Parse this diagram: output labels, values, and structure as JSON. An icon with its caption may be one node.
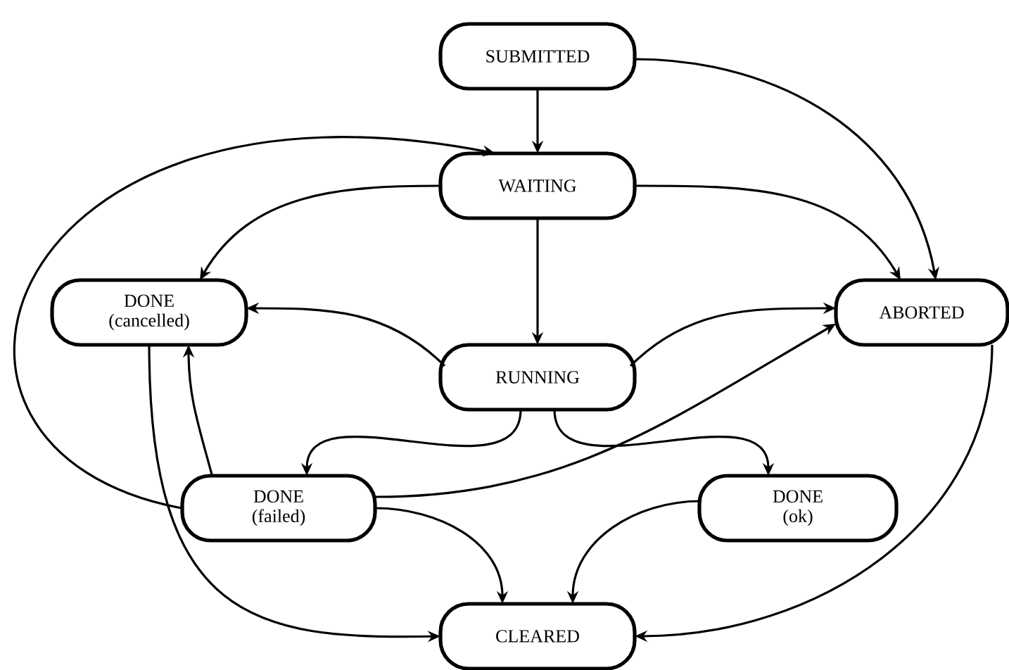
{
  "diagram": {
    "nodes": [
      {
        "text": [
          "SUBMITTED"
        ]
      },
      {
        "text": [
          "WAITING"
        ]
      },
      {
        "text": [
          "DONE (cancelled)"
        ]
      },
      {
        "text": [
          "ABORTED"
        ]
      },
      {
        "text": [
          "RUNNING"
        ]
      },
      {
        "text": [
          "DONE (failed)"
        ]
      },
      {
        "text": [
          "DONE (ok)"
        ]
      },
      {
        "text": [
          "CLEARED"
        ]
      }
    ],
    "edges": [
      {
        "from": 0,
        "to": 1,
        "arrow": "to"
      },
      {
        "from": 0,
        "to": 3,
        "arrow": "to"
      },
      {
        "from": 1,
        "to": 4,
        "arrow": "to"
      },
      {
        "from": 1,
        "to": 2,
        "arrow": "to"
      },
      {
        "from": 1,
        "to": 3,
        "arrow": "to"
      },
      {
        "from": 4,
        "to": 2,
        "arrow": "to"
      },
      {
        "from": 4,
        "to": 3,
        "arrow": "to"
      },
      {
        "from": 4,
        "to": 5,
        "arrow": "to"
      },
      {
        "from": 4,
        "to": 6,
        "arrow": "to"
      },
      {
        "from": 5,
        "to": 1,
        "arrow": "to"
      },
      {
        "from": 5,
        "to": 2,
        "arrow": "to"
      },
      {
        "from": 5,
        "to": 3,
        "arrow": "to"
      },
      {
        "from": 5,
        "to": 7,
        "arrow": "to"
      },
      {
        "from": 6,
        "to": 7,
        "arrow": "to"
      },
      {
        "from": 2,
        "to": 7,
        "arrow": "to"
      },
      {
        "from": 3,
        "to": 7,
        "arrow": "to"
      }
    ]
  }
}
